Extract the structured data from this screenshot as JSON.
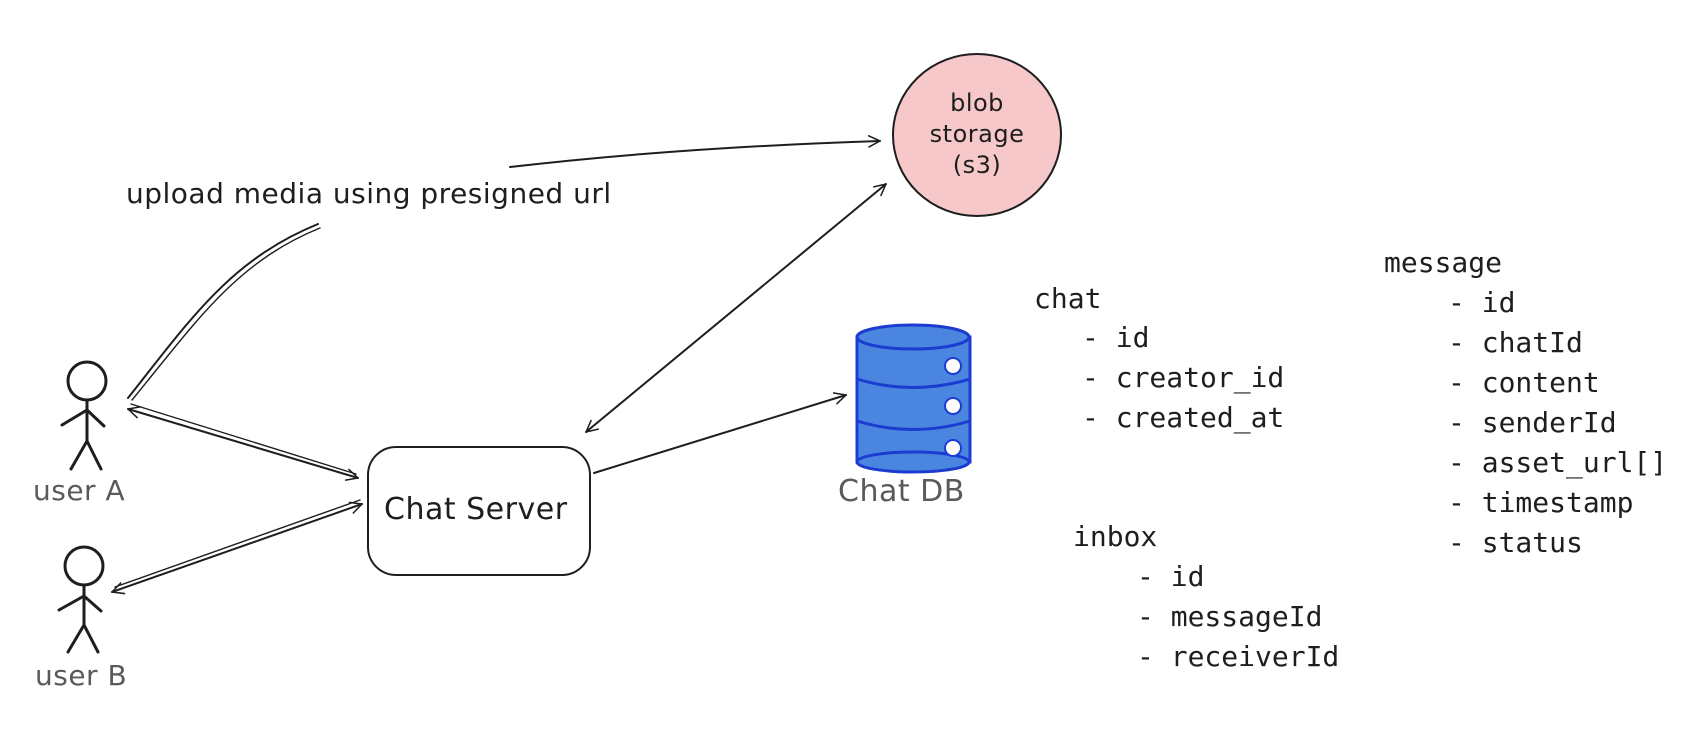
{
  "labels": {
    "upload_media": "upload media using presigned url",
    "blob_storage": [
      "blob",
      "storage",
      "(s3)"
    ],
    "chat_server": "Chat Server",
    "chat_db": "Chat DB",
    "user_a": "user A",
    "user_b": "user B"
  },
  "schemas": {
    "chat": {
      "title": "chat",
      "fields": [
        "- id",
        "- creator_id",
        "- created_at"
      ]
    },
    "inbox": {
      "title": "inbox",
      "fields": [
        "- id",
        "- messageId",
        "- receiverId"
      ]
    },
    "message": {
      "title": "message",
      "fields": [
        "- id",
        "- chatId",
        "- content",
        "- senderId",
        "- asset_url[]",
        "- timestamp",
        "- status"
      ]
    }
  },
  "colors": {
    "stroke": "#1e1e1e",
    "blob_fill": "#f6c8ca",
    "db_fill": "#4a86e0",
    "db_stroke": "#1b3bd1",
    "label_grey": "#5a5a5a"
  }
}
